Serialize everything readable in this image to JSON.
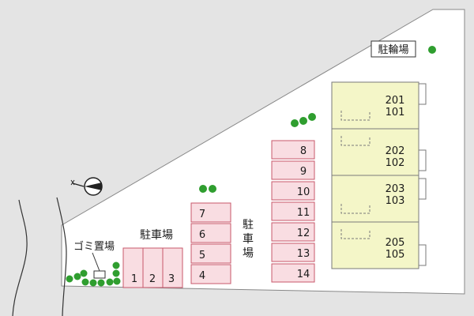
{
  "labels": {
    "bicycle_parking": "駐輪場",
    "garbage_area": "ゴミ置場",
    "parking_upper_1": "駐",
    "parking_upper_2": "車",
    "parking_upper_3": "場",
    "parking_left": "駐車場"
  },
  "parking_spaces": {
    "left_row": [
      "1",
      "2",
      "3"
    ],
    "middle_column": [
      "7",
      "6",
      "5",
      "4"
    ],
    "right_column": [
      "8",
      "9",
      "10",
      "11",
      "12",
      "13",
      "14"
    ]
  },
  "building_units": [
    {
      "upper": "201",
      "lower": "101"
    },
    {
      "upper": "202",
      "lower": "102"
    },
    {
      "upper": "203",
      "lower": "103"
    },
    {
      "upper": "205",
      "lower": "105"
    }
  ],
  "icons": {
    "north_arrow": "north-arrow-icon",
    "tree": "tree-icon"
  },
  "colors": {
    "site_fill": "#ffffff",
    "background": "#e4e4e4",
    "parking_fill": "#f9dde2",
    "parking_stroke": "#c8586b",
    "building_fill": "#f4f6c8",
    "building_stroke": "#7a7a7a",
    "tree": "#2f9e2f"
  }
}
